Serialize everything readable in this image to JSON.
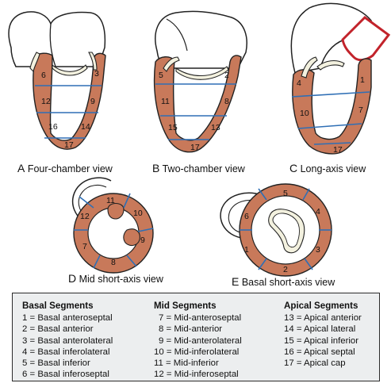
{
  "views": [
    {
      "letter": "A",
      "label": "Four-chamber view"
    },
    {
      "letter": "B",
      "label": "Two-chamber view"
    },
    {
      "letter": "C",
      "label": "Long-axis view"
    },
    {
      "letter": "D",
      "label": "Mid short-axis view"
    },
    {
      "letter": "E",
      "label": "Basal short-axis view"
    }
  ],
  "segment_labels": {
    "four_chamber": [
      "6",
      "3",
      "12",
      "9",
      "16",
      "14",
      "17"
    ],
    "two_chamber": [
      "5",
      "2",
      "11",
      "8",
      "15",
      "13",
      "17"
    ],
    "long_axis": [
      "4",
      "1",
      "10",
      "7",
      "17"
    ],
    "mid_short_axis": [
      "11",
      "10",
      "12",
      "7",
      "9",
      "8"
    ],
    "basal_short_axis": [
      "5",
      "4",
      "6",
      "1",
      "3",
      "2"
    ]
  },
  "legend": {
    "basal": {
      "title": "Basal Segments",
      "items": [
        "1 = Basal anteroseptal",
        "2 = Basal anterior",
        "3 = Basal anterolateral",
        "4 = Basal inferolateral",
        "5 = Basal inferior",
        "6 = Basal inferoseptal"
      ]
    },
    "mid": {
      "title": "Mid Segments",
      "items": [
        "7 = Mid-anteroseptal",
        "8 = Mid-anterior",
        "9 = Mid-anterolateral",
        "10 = Mid-inferolateral",
        "11 = Mid-inferior",
        "12 = Mid-inferoseptal"
      ]
    },
    "apical": {
      "title": "Apical Segments",
      "items": [
        "13 = Apical anterior",
        "14 = Apical lateral",
        "15 = Apical inferior",
        "16 = Apical septal",
        "17 = Apical cap"
      ]
    }
  },
  "colors": {
    "myocardium": "#c8795a",
    "segment_line": "#2f6fb5",
    "outline": "#222222",
    "valve": "#f3f1df",
    "aorta_red": "#c2232b",
    "legend_bg": "#eceeef"
  }
}
